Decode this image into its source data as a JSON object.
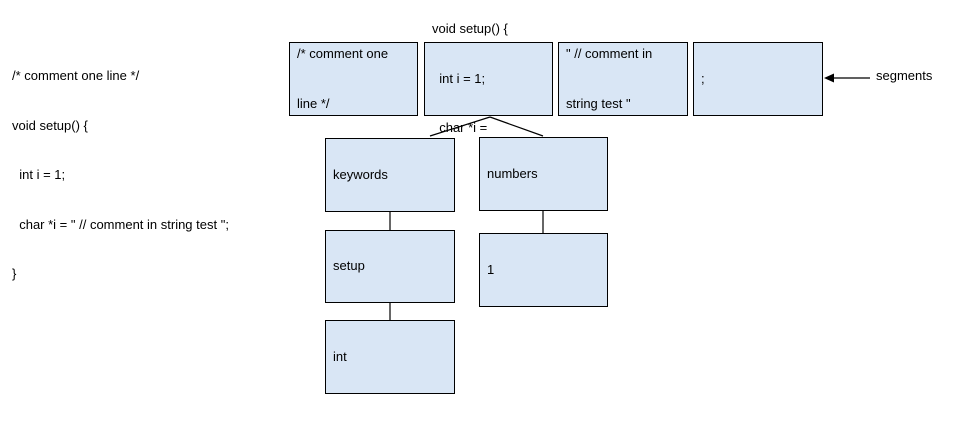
{
  "source_code": [
    "/* comment one line */",
    "void setup() {",
    "  int i = 1;",
    "  char *i = \" // comment in string test \";",
    "}"
  ],
  "segments": [
    [
      "/* comment one",
      "line */"
    ],
    [
      "void setup() {",
      "  int i = 1;",
      "  char *i ="
    ],
    [
      "\" // comment in",
      "string test \""
    ],
    [
      ";"
    ]
  ],
  "segments_label": "segments",
  "tree": {
    "keywords_branch": [
      "keywords",
      "setup",
      "int"
    ],
    "numbers_branch": [
      "numbers",
      "1"
    ]
  },
  "colors": {
    "box_fill": "#d9e6f5",
    "border": "#000000"
  }
}
